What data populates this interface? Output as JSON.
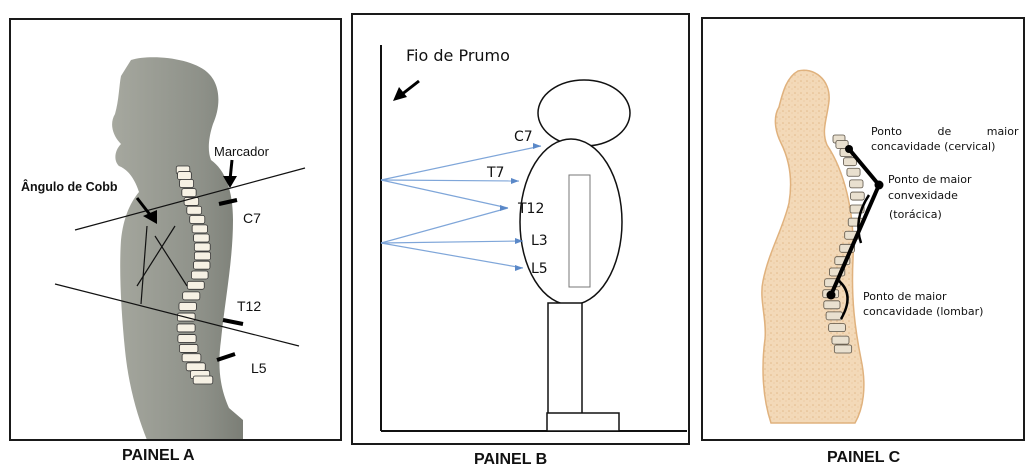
{
  "panel_a": {
    "caption": "PAINEL A",
    "marker_label": "Marcador",
    "cobb_label": "Ângulo de Cobb",
    "vertebrae": [
      "C7",
      "T12",
      "L5"
    ]
  },
  "panel_b": {
    "caption": "PAINEL B",
    "plumb_line_label": "Fio de Prumo",
    "vertebrae": [
      "C7",
      "T7",
      "T12",
      "L3",
      "L5"
    ]
  },
  "panel_c": {
    "caption": "PAINEL C",
    "cervical_label_1": "Ponto de maior",
    "cervical_label_2": "concavidade (cervical)",
    "thoracic_label_1": "Ponto de maior",
    "thoracic_label_2": "convexidade",
    "thoracic_label_3": "(torácica)",
    "lumbar_label_1": "Ponto de maior",
    "lumbar_label_2": "concavidade (lombar)"
  },
  "colors": {
    "silhouette": "#8e9188",
    "arrow_blue": "#7fa6d9",
    "skin": "#f3d9b8",
    "bone": "#f6f1e4"
  }
}
